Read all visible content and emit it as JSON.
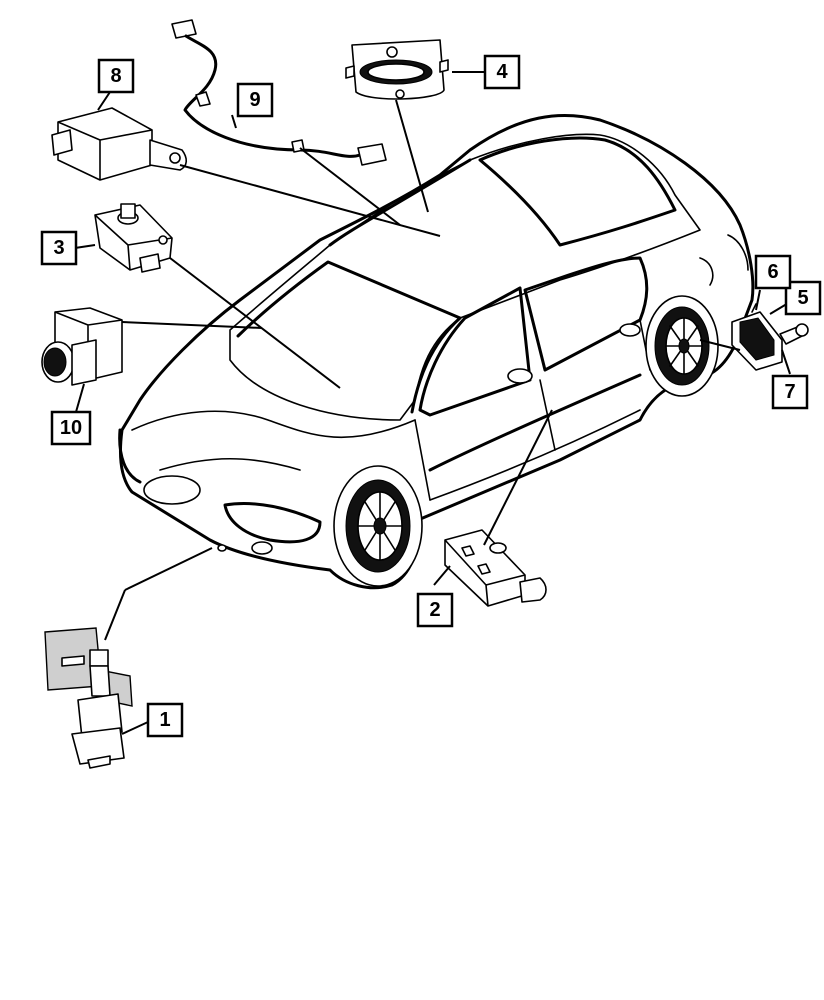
{
  "callouts": [
    {
      "id": "1",
      "label": "1"
    },
    {
      "id": "2",
      "label": "2"
    },
    {
      "id": "3",
      "label": "3"
    },
    {
      "id": "4",
      "label": "4"
    },
    {
      "id": "5",
      "label": "5"
    },
    {
      "id": "6",
      "label": "6"
    },
    {
      "id": "7",
      "label": "7"
    },
    {
      "id": "8",
      "label": "8"
    },
    {
      "id": "9",
      "label": "9"
    },
    {
      "id": "10",
      "label": "10"
    }
  ],
  "colors": {
    "line": "#000000",
    "background": "#ffffff",
    "shade": "#cfcfcf"
  }
}
